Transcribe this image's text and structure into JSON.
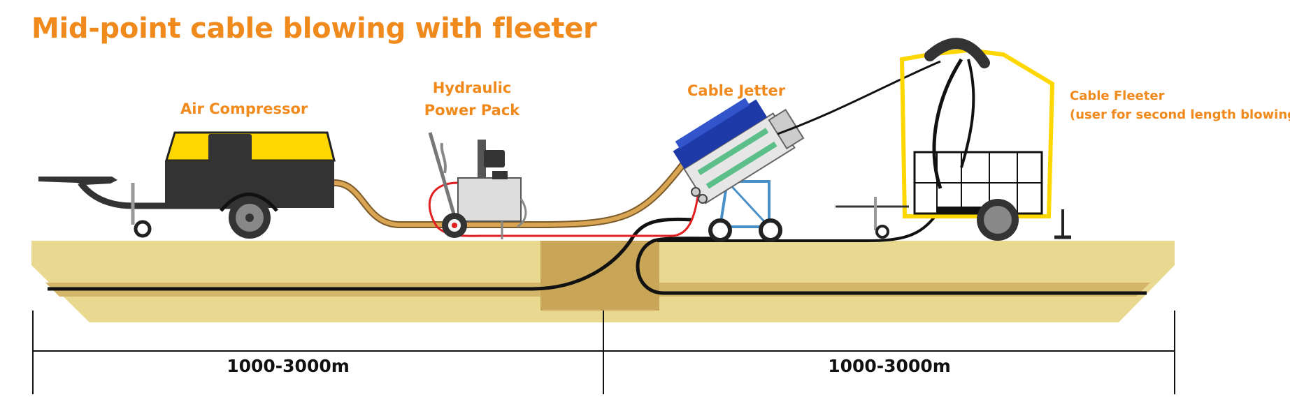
{
  "title": "Mid-point cable blowing with fleeter",
  "labels": {
    "air_compressor": "Air Compressor",
    "hydraulic_line1": "Hydraulic",
    "hydraulic_line2": "Power Pack",
    "cable_jetter": "Cable Jetter",
    "fleeter_line1": "Cable Fleeter",
    "fleeter_line2": "(user for second length blowing)"
  },
  "distances": {
    "left": "1000-3000m",
    "right": "1000-3000m"
  },
  "colors": {
    "title": "#f08a1c",
    "ground": "#e8d890",
    "pit": "#c8a557",
    "compressor_yellow": "#ffd700",
    "fleeter_frame": "#ffd700",
    "air_hose": "#d9a553",
    "hydraulic_hose": "#e02020",
    "jetter_blue": "#1e3aa8",
    "cable": "#111111"
  },
  "icons": [
    "air-compressor-icon",
    "hydraulic-power-pack-icon",
    "cable-jetter-icon",
    "cable-fleeter-icon"
  ]
}
